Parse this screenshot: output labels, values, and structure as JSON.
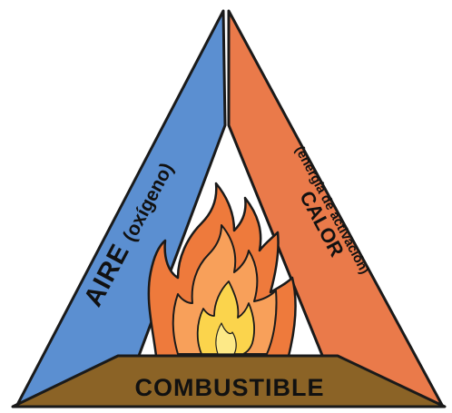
{
  "diagram": {
    "sides": {
      "left": {
        "title": "AIRE",
        "subtitle": "(oxígeno)",
        "color": "#5b8fd1"
      },
      "right": {
        "title": "CALOR",
        "subtitle": "(energía de activación)",
        "color": "#ea7a4a"
      },
      "base": {
        "title": "COMBUSTIBLE",
        "color": "#8b6326"
      }
    },
    "icons": [
      "fire-icon"
    ],
    "colors": {
      "outline": "#1a1a1a",
      "flame_outer": "#ee7a3c",
      "flame_middle": "#f8a05a",
      "flame_inner": "#fbd44c"
    }
  }
}
